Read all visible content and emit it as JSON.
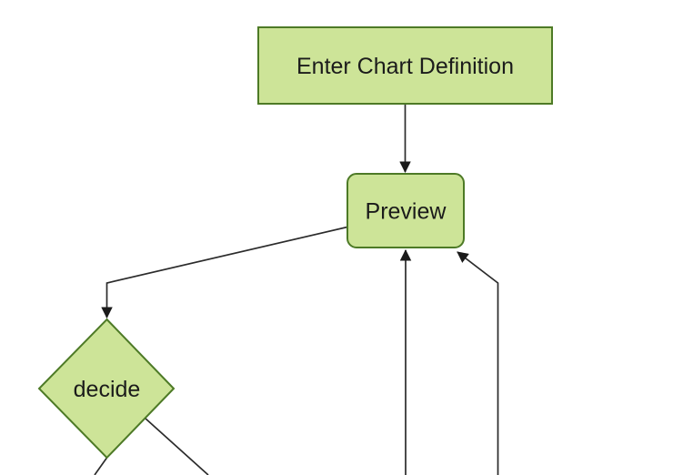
{
  "diagram": {
    "kind": "flowchart",
    "background_color": "#ffffff",
    "node_fill_color": "#cde498",
    "node_stroke_color": "#4d7a26",
    "edge_color": "#2b2b2b",
    "nodes": [
      {
        "id": "A",
        "label": "Enter Chart Definition",
        "shape": "rectangle"
      },
      {
        "id": "B",
        "label": "Preview",
        "shape": "rounded-rectangle"
      },
      {
        "id": "C",
        "label": "decide",
        "shape": "diamond"
      }
    ],
    "edges": [
      {
        "from": "Enter Chart Definition",
        "to": "Preview",
        "arrow": "true"
      },
      {
        "from": "Preview",
        "to": "decide",
        "arrow": "true"
      },
      {
        "from": "offscreen-bottom-1",
        "to": "Preview",
        "arrow": "true"
      },
      {
        "from": "offscreen-bottom-2",
        "to": "Preview",
        "arrow": "true"
      },
      {
        "from": "decide",
        "to": "offscreen-bottom-left",
        "arrow": "none-visible"
      },
      {
        "from": "decide",
        "to": "offscreen-bottom-right",
        "arrow": "none-visible"
      }
    ]
  }
}
